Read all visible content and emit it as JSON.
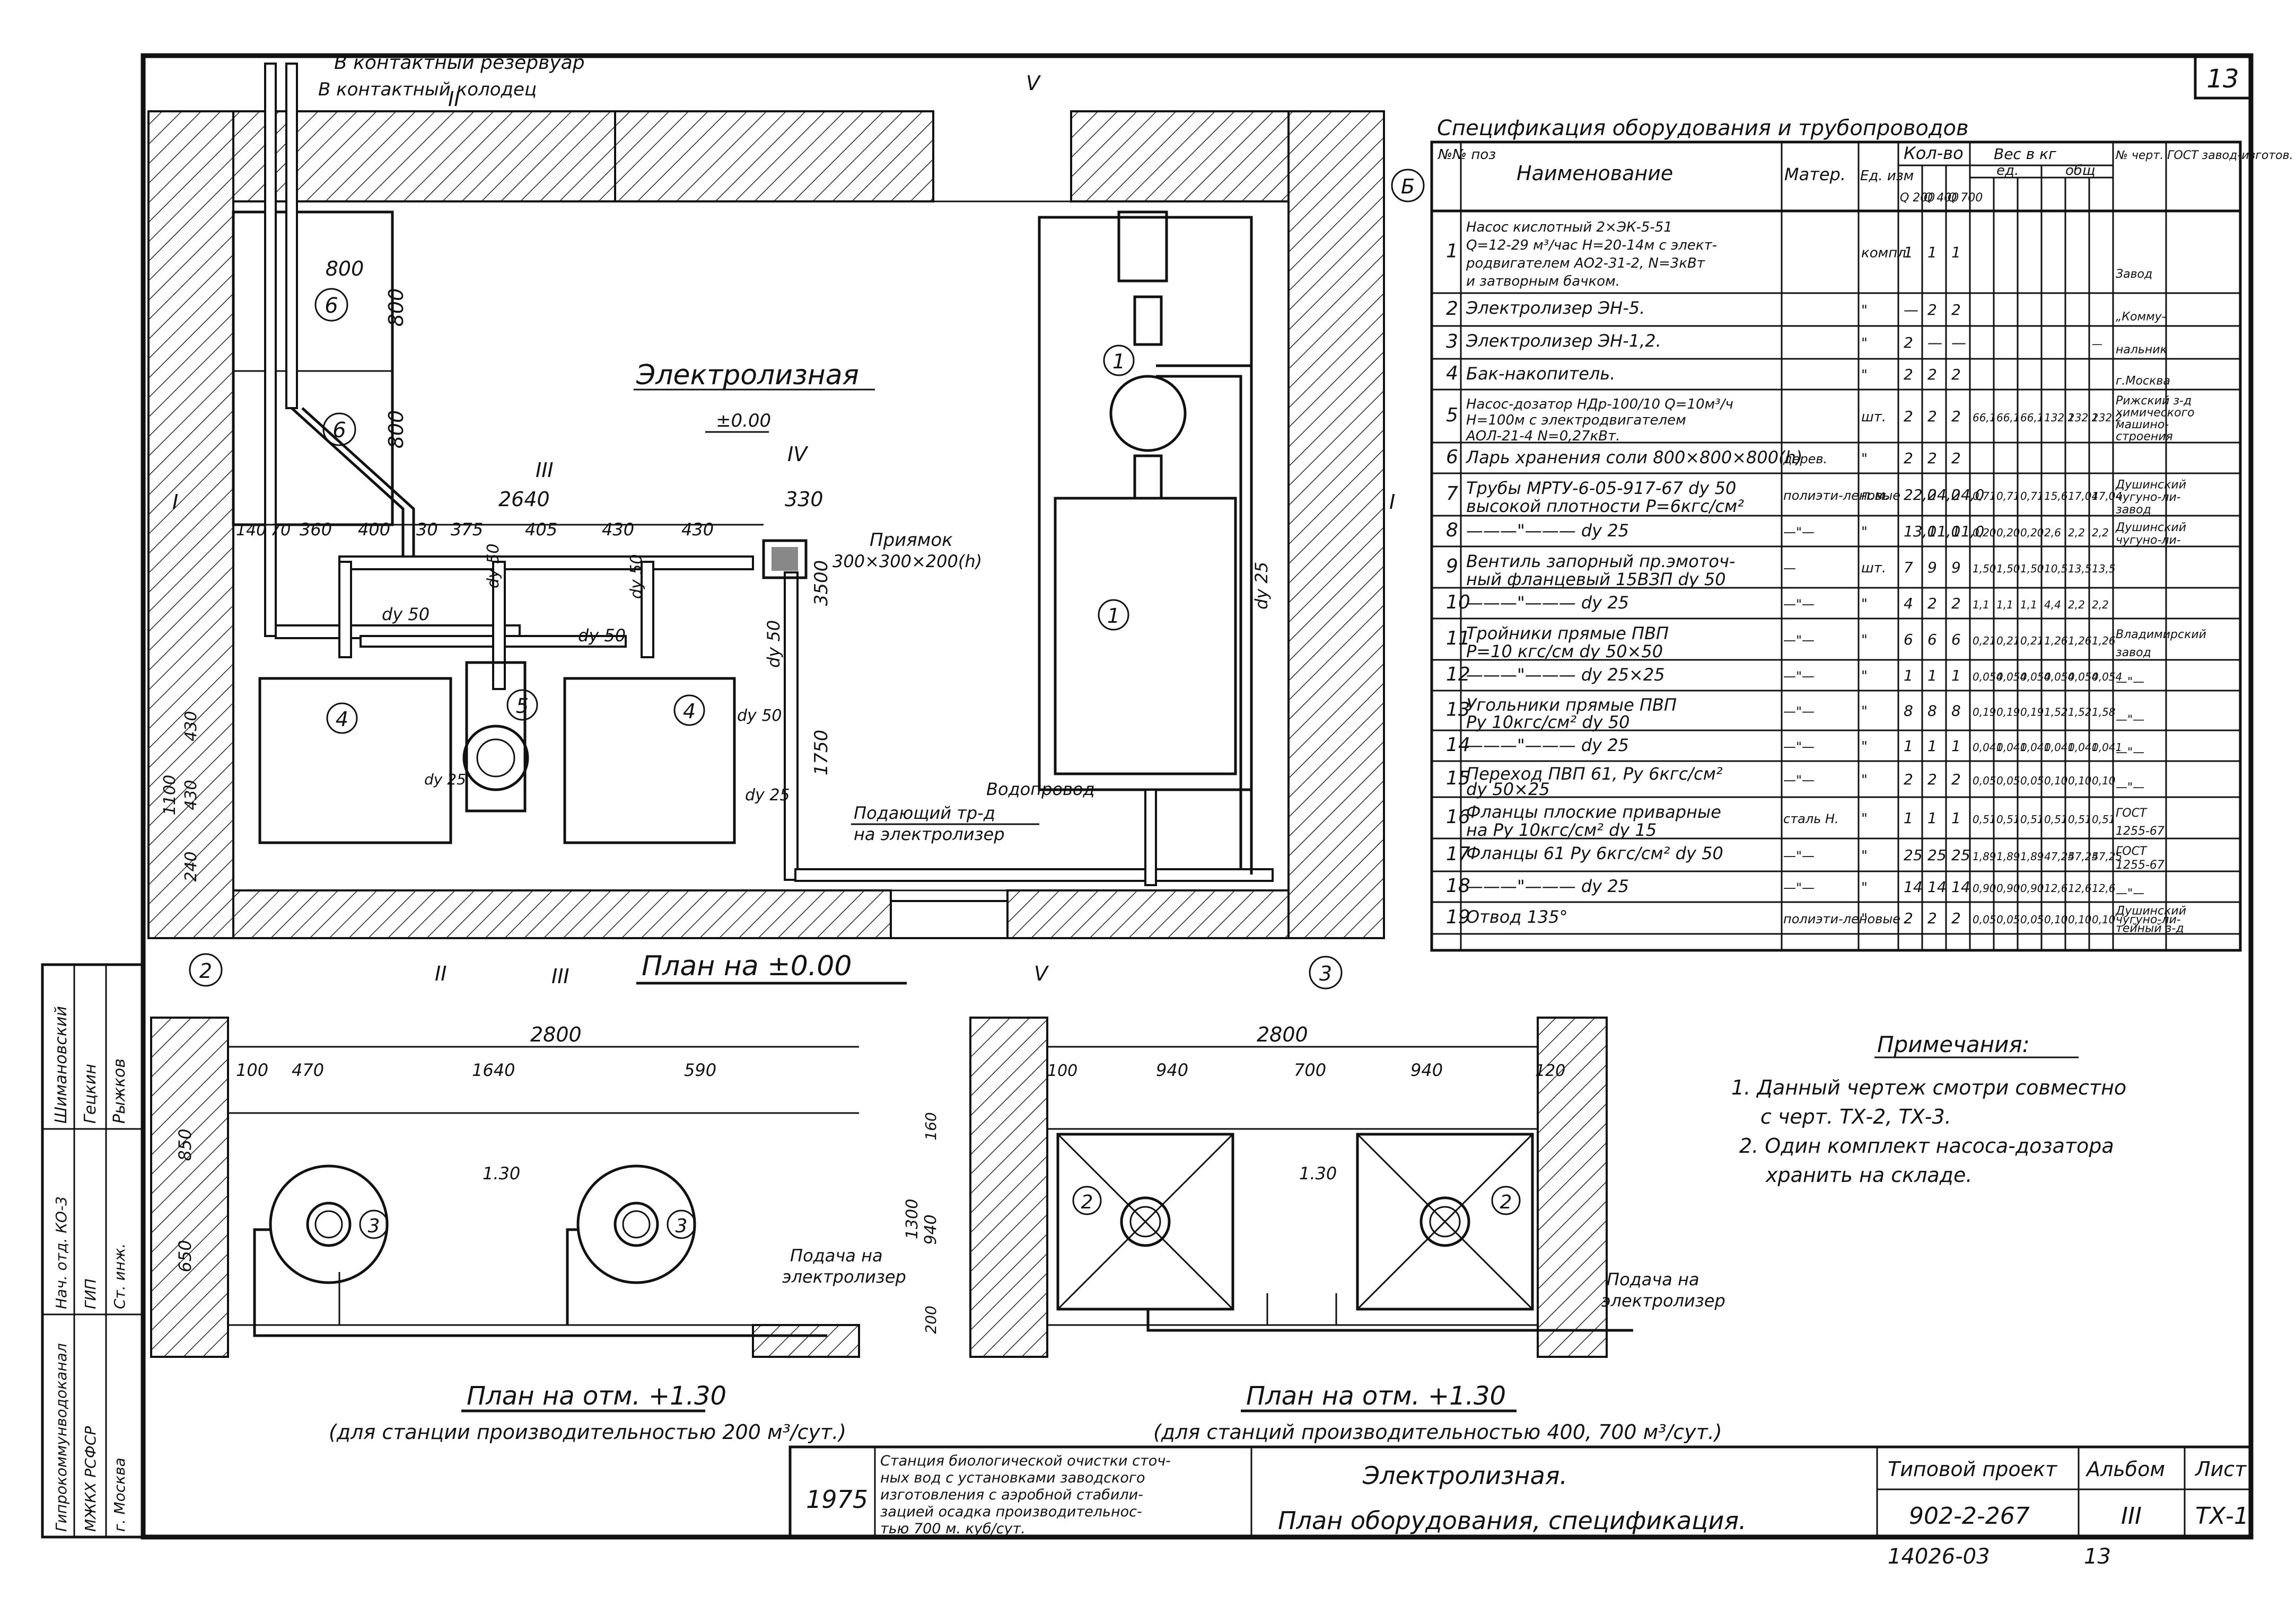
{
  "sheet_number": "13",
  "plan_top": {
    "title": "План на ±0.00",
    "room_name": "Электролизная",
    "top_notes": [
      "В контактный резервуар",
      "В контактный колодец"
    ],
    "level": "±0.00",
    "axes": [
      "2",
      "3",
      "Б"
    ],
    "section_marks": [
      "I",
      "I",
      "II",
      "II",
      "III",
      "III",
      "IV",
      "V",
      "V"
    ],
    "dims": [
      "800",
      "800",
      "800",
      "2640",
      "330",
      "140",
      "70",
      "360",
      "400",
      "30",
      "375",
      "405",
      "430",
      "430",
      "3500",
      "1750",
      "430",
      "430",
      "1100",
      "240"
    ],
    "pipe_labels": [
      "dy 50",
      "dy 50",
      "dy 50",
      "dy 50",
      "dy 50",
      "dy 50",
      "dy 25",
      "dy 25",
      "dy 25"
    ],
    "labels": {
      "pit": "Приямок",
      "pit_size": "300×300×200(h)",
      "water": "Водопровод",
      "feed_1": "Подающий тр-д",
      "feed_2": "на электролизер"
    },
    "equipment_marks": [
      "6",
      "6",
      "4",
      "5",
      "4",
      "1",
      "1"
    ]
  },
  "spec_table": {
    "title": "Спецификация оборудования и трубопроводов",
    "headers": {
      "pos": "№№ поз",
      "name": "Наименование",
      "mat": "Матер.",
      "unit": "Ед. изм",
      "qty": "Кол-во",
      "weight": "Вес в кг",
      "unit_w": "ед.",
      "total_w": "общ",
      "std": "№ черт. ГОСТ завод-изготов.",
      "q200": "Q 200",
      "q400": "Q 400",
      "q700": "Q 700"
    },
    "rows": [
      {
        "pos": "1",
        "name": [
          "Насос кислотный 2×ЭК-5-51",
          "Q=12-29 м³/час Н=20-14м с элект-",
          "родвигателем АО2-31-2, N=3кВт",
          "и затворным бачком."
        ],
        "mat": "",
        "unit": "компл.",
        "q": [
          "1",
          "1",
          "1"
        ],
        "w": [
          "",
          "",
          "",
          "",
          "",
          ""
        ],
        "std": [
          "Завод"
        ]
      },
      {
        "pos": "2",
        "name": [
          "Электролизер ЭН-5."
        ],
        "mat": "",
        "unit": "\"",
        "q": [
          "—",
          "2",
          "2"
        ],
        "w": [
          "",
          "",
          "",
          "",
          "",
          ""
        ],
        "std": [
          "„Комму-"
        ]
      },
      {
        "pos": "3",
        "name": [
          "Электролизер ЭН-1,2."
        ],
        "mat": "",
        "unit": "\"",
        "q": [
          "2",
          "—",
          "—"
        ],
        "w": [
          "",
          "",
          "",
          "",
          "",
          "—"
        ],
        "std": [
          "нальник"
        ]
      },
      {
        "pos": "4",
        "name": [
          "Бак-накопитель."
        ],
        "mat": "",
        "unit": "\"",
        "q": [
          "2",
          "2",
          "2"
        ],
        "w": [
          "",
          "",
          "",
          "",
          "",
          ""
        ],
        "std": [
          "г.Москва"
        ]
      },
      {
        "pos": "5",
        "name": [
          "Насос-дозатор НДр-100/10 Q=10м³/ч",
          "Н=100м с электродвигателем",
          "АОЛ-21-4  N=0,27кВт."
        ],
        "mat": "",
        "unit": "шт.",
        "q": [
          "2",
          "2",
          "2"
        ],
        "w": [
          "66,1",
          "66,1",
          "66,1",
          "132,2",
          "132,2",
          "132,2"
        ],
        "std": [
          "Рижский з-д",
          "химического",
          "машино-",
          "строения"
        ]
      },
      {
        "pos": "6",
        "name": [
          "Ларь хранения соли 800×800×800(h)"
        ],
        "mat": "дерев.",
        "unit": "\"",
        "q": [
          "2",
          "2",
          "2"
        ],
        "w": [
          "",
          "",
          "",
          "",
          "",
          ""
        ],
        "std": [
          ""
        ]
      },
      {
        "pos": "7",
        "name": [
          "Трубы МРТУ-6-05-917-67 dy 50",
          "высокой плотности  Р=6кгс/см²"
        ],
        "mat": "полиэти-леновые",
        "unit": "п.м.",
        "q": [
          "22,0",
          "24,0",
          "24,0"
        ],
        "w": [
          "0,71",
          "0,71",
          "0,71",
          "15,6",
          "17,04",
          "17,04"
        ],
        "std": [
          "Душинский",
          "чугуно-ли-",
          "завод"
        ]
      },
      {
        "pos": "8",
        "name": [
          "———\"———  dy 25"
        ],
        "mat": "—\"—",
        "unit": "\"",
        "q": [
          "13,0",
          "11,0",
          "11,0"
        ],
        "w": [
          "0,20",
          "0,20",
          "0,20",
          "2,6",
          "2,2",
          "2,2"
        ],
        "std": [
          "Душинский",
          "чугуно-ли-"
        ]
      },
      {
        "pos": "9",
        "name": [
          "Вентиль запорный пр.эмоточ-",
          "ный фланцевый 15ВЗП dy 50"
        ],
        "mat": "—",
        "unit": "шт.",
        "q": [
          "7",
          "9",
          "9"
        ],
        "w": [
          "1,50",
          "1,50",
          "1,50",
          "10,5",
          "13,5",
          "13,5"
        ],
        "std": [
          ""
        ]
      },
      {
        "pos": "10",
        "name": [
          "———\"———  dy 25"
        ],
        "mat": "—\"—",
        "unit": "\"",
        "q": [
          "4",
          "2",
          "2"
        ],
        "w": [
          "1,1",
          "1,1",
          "1,1",
          "4,4",
          "2,2",
          "2,2"
        ],
        "std": [
          ""
        ]
      },
      {
        "pos": "11",
        "name": [
          "Тройники прямые ПВП",
          "Р=10 кгс/см  dy 50×50"
        ],
        "mat": "—\"—",
        "unit": "\"",
        "q": [
          "6",
          "6",
          "6"
        ],
        "w": [
          "0,21",
          "0,21",
          "0,21",
          "1,26",
          "1,26",
          "1,26"
        ],
        "std": [
          "Владимирский",
          "завод"
        ]
      },
      {
        "pos": "12",
        "name": [
          "———\"———  dy 25×25"
        ],
        "mat": "—\"—",
        "unit": "\"",
        "q": [
          "1",
          "1",
          "1"
        ],
        "w": [
          "0,054",
          "0,054",
          "0,054",
          "0,054",
          "0,054",
          "0,054"
        ],
        "std": [
          "—\"—"
        ]
      },
      {
        "pos": "13",
        "name": [
          "Угольники прямые ПВП",
          "Ру 10кгс/см²   dy 50"
        ],
        "mat": "—\"—",
        "unit": "\"",
        "q": [
          "8",
          "8",
          "8"
        ],
        "w": [
          "0,19",
          "0,19",
          "0,19",
          "1,52",
          "1,52",
          "1,58"
        ],
        "std": [
          "—\"—"
        ]
      },
      {
        "pos": "14",
        "name": [
          "———\"———  dy 25"
        ],
        "mat": "—\"—",
        "unit": "\"",
        "q": [
          "1",
          "1",
          "1"
        ],
        "w": [
          "0,041",
          "0,041",
          "0,041",
          "0,041",
          "0,041",
          "0,041"
        ],
        "std": [
          "—\"—"
        ]
      },
      {
        "pos": "15",
        "name": [
          "Переход ПВП 61, Ру 6кгс/см²",
          "dy 50×25"
        ],
        "mat": "—\"—",
        "unit": "\"",
        "q": [
          "2",
          "2",
          "2"
        ],
        "w": [
          "0,05",
          "0,05",
          "0,05",
          "0,10",
          "0,10",
          "0,10"
        ],
        "std": [
          "—\"—"
        ]
      },
      {
        "pos": "16",
        "name": [
          "Фланцы плоские приварные",
          "на Ру 10кгс/см²  dy 15"
        ],
        "mat": "сталь Н.",
        "unit": "\"",
        "q": [
          "1",
          "1",
          "1"
        ],
        "w": [
          "0,51",
          "0,51",
          "0,51",
          "0,51",
          "0,51",
          "0,51"
        ],
        "std": [
          "ГОСТ",
          "1255-67"
        ]
      },
      {
        "pos": "17",
        "name": [
          "Фланцы 61 Ру 6кгс/см²  dy 50"
        ],
        "mat": "—\"—",
        "unit": "\"",
        "q": [
          "25",
          "25",
          "25"
        ],
        "w": [
          "1,89",
          "1,89",
          "1,89",
          "47,25",
          "47,25",
          "47,25"
        ],
        "std": [
          "ГОСТ",
          "1255-67"
        ]
      },
      {
        "pos": "18",
        "name": [
          "———\"———  dy 25"
        ],
        "mat": "—\"—",
        "unit": "\"",
        "q": [
          "14",
          "14",
          "14"
        ],
        "w": [
          "0,90",
          "0,90",
          "0,90",
          "12,6",
          "12,6",
          "12,6"
        ],
        "std": [
          "—\"—"
        ]
      },
      {
        "pos": "19",
        "name": [
          "Отвод 135°"
        ],
        "mat": "полиэти-леновые",
        "unit": "\"",
        "q": [
          "2",
          "2",
          "2"
        ],
        "w": [
          "0,05",
          "0,05",
          "0,05",
          "0,10",
          "0,10",
          "0,10"
        ],
        "std": [
          "Душинский",
          "чугуно-ли-",
          "тейный з-д"
        ]
      }
    ]
  },
  "notes": {
    "title": "Примечания:",
    "items": [
      "1. Данный чертеж смотри совместно",
      "с черт. ТХ-2, ТХ-3.",
      "2. Один комплект насоса-дозатора",
      "хранить на складе."
    ]
  },
  "plan_left": {
    "title": "План на отм. +1.30",
    "subtitle": "(для станции производительностью 200 м³/сут.)",
    "dims": [
      "2800",
      "100",
      "470",
      "1640",
      "590",
      "850",
      "650"
    ],
    "level": "1.30",
    "marks": [
      "3",
      "3"
    ],
    "feed_1": "Подача на",
    "feed_2": "электролизер"
  },
  "plan_right": {
    "title": "План на отм. +1.30",
    "subtitle": "(для станций производительностью 400, 700 м³/сут.)",
    "dims": [
      "2800",
      "100",
      "940",
      "700",
      "940",
      "120",
      "160",
      "1300",
      "940",
      "200"
    ],
    "level": "1.30",
    "marks": [
      "2",
      "2"
    ],
    "feed_1": "Подача на",
    "feed_2": "электролизер"
  },
  "side_stamp": {
    "names": [
      "Шимановский",
      "Гецкин",
      "Рыжков"
    ],
    "roles": [
      "Нач. отд. КО-3",
      "ГИП",
      "Ст. инж."
    ],
    "org_1": "Гипрокоммунводоканал",
    "org_2": "МЖКХ РСФСР",
    "org_3": "г. Москва"
  },
  "title_block": {
    "year": "1975",
    "description": [
      "Станция биологической очистки сточ-",
      "ных вод с установками заводского",
      "изготовления с аэробной стабили-",
      "зацией осадка производительнос-",
      "тью 700 м. куб/сут."
    ],
    "title_1": "Электролизная.",
    "title_2": "План оборудования, спецификация.",
    "project_label": "Типовой проект",
    "project": "902-2-267",
    "album_label": "Альбом",
    "album": "III",
    "sheet_label": "Лист",
    "sheet": "ТХ-1",
    "bottom_code": "14026-03",
    "bottom_page": "13"
  }
}
